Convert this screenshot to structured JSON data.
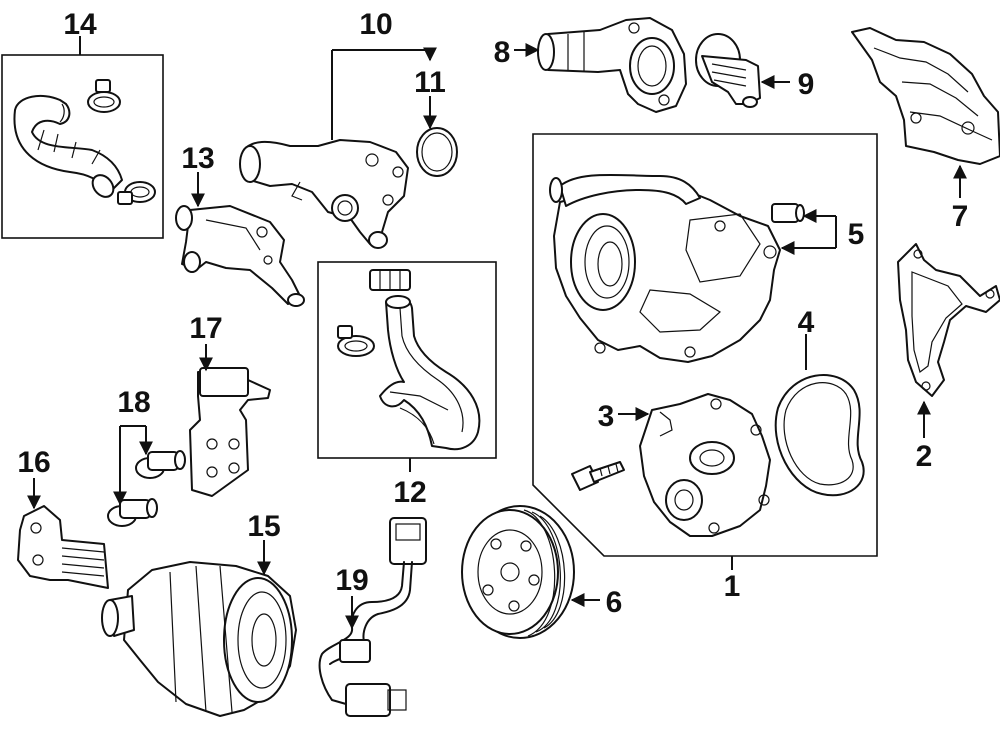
{
  "callouts": {
    "c1": "1",
    "c2": "2",
    "c3": "3",
    "c4": "4",
    "c5": "5",
    "c6": "6",
    "c7": "7",
    "c8": "8",
    "c9": "9",
    "c10": "10",
    "c11": "11",
    "c12": "12",
    "c13": "13",
    "c14": "14",
    "c15": "15",
    "c16": "16",
    "c17": "17",
    "c18": "18",
    "c19": "19"
  },
  "colors": {
    "ink": "#111111",
    "background": "#ffffff"
  }
}
